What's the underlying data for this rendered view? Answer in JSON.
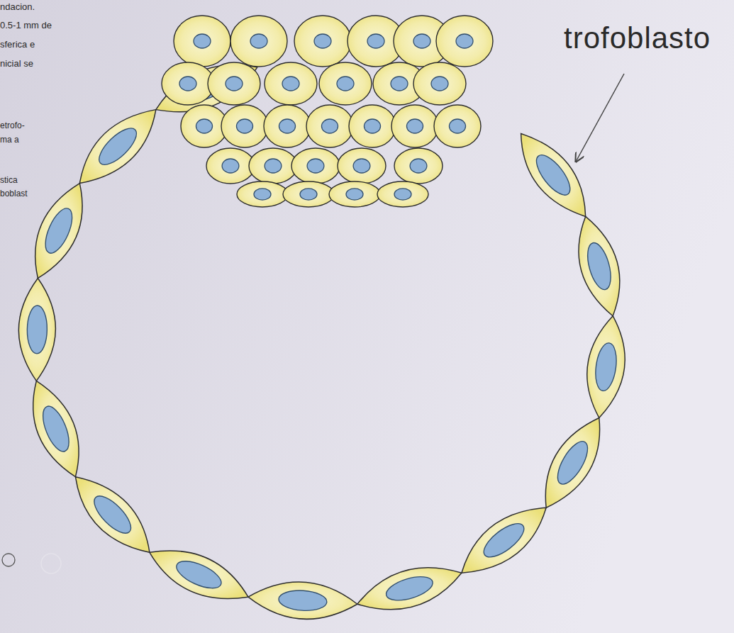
{
  "diagram": {
    "labels": [
      "trofoblasto",
      "ndacion.",
      "0.5-1 mm de",
      "sferica e",
      "nicial se",
      "etrofo-",
      "ma a",
      "stica",
      "boblast"
    ]
  }
}
